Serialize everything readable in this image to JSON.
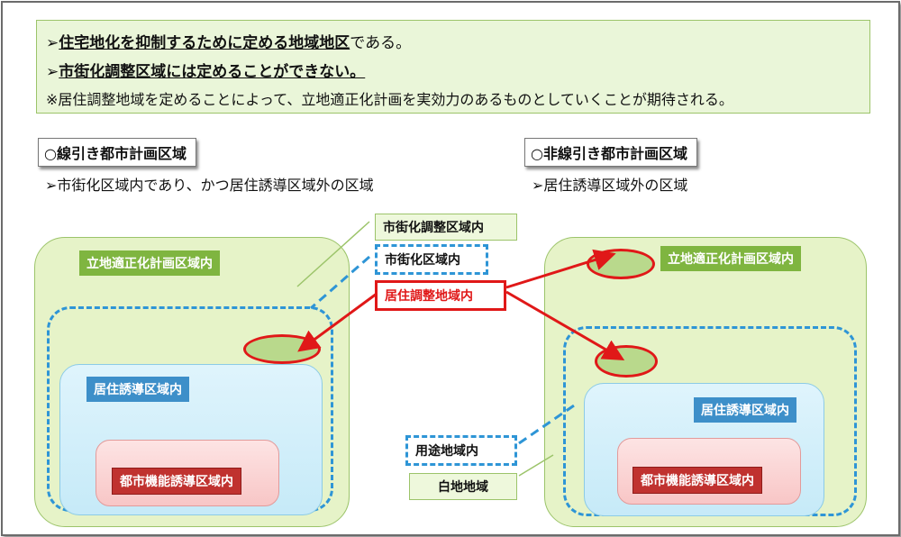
{
  "notes": {
    "line1": {
      "prefix": "➢",
      "emph": "住宅地化を抑制するために定める地域地区",
      "rest": "である。"
    },
    "line2": {
      "prefix": "➢",
      "emph": "市街化調整区域には定めることができない。"
    },
    "line3": "※居住調整地域を定めることによって、立地適正化計画を実効力のあるものとしていくことが期待される。"
  },
  "left": {
    "header": "○線引き都市計画区域",
    "desc": "➢市街化区域内であり、かつ居住誘導区域外の区域",
    "plan_area": "立地適正化計画区域内",
    "residential": "居住誘導区域内",
    "urban": "都市機能誘導区域内"
  },
  "right": {
    "header": "○非線引き都市計画区域",
    "desc": "➢居住誘導区域外の区域",
    "plan_area": "立地適正化計画区域内",
    "residential": "居住誘導区域内",
    "urban": "都市機能誘導区域内"
  },
  "center": {
    "urbanization_control": "市街化調整区域内",
    "urbanization": "市街化区域内",
    "residential_control": "居住調整地域内",
    "use_district": "用途地域内",
    "white_area": "白地地域"
  },
  "colors": {
    "arrow_red": "#e01818",
    "dash_blue": "#2e95d6",
    "green_border": "#9cc46a"
  }
}
